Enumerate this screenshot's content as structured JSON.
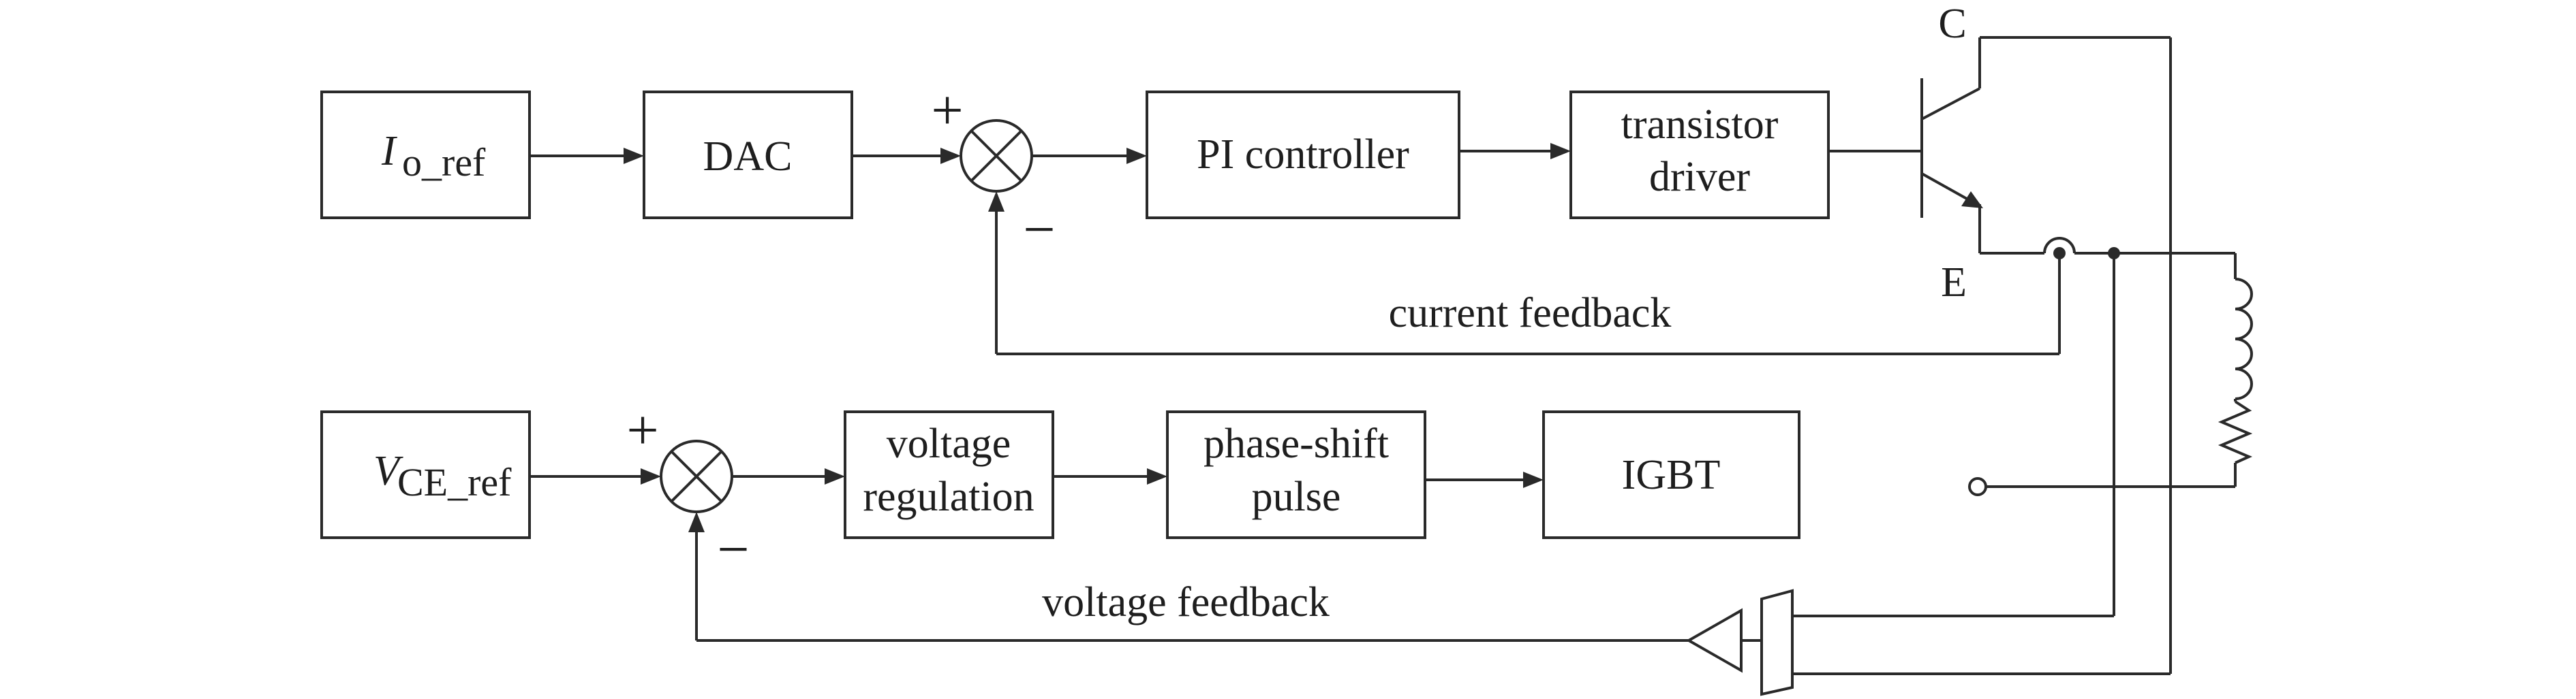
{
  "diagram": {
    "blocks": {
      "io_ref": {
        "main": "I",
        "sub": "o_ref"
      },
      "dac": "DAC",
      "pi": "PI controller",
      "driver": [
        "transistor",
        "driver"
      ],
      "vce_ref": {
        "main": "V",
        "sub": "CE_ref"
      },
      "vreg": [
        "voltage",
        "regulation"
      ],
      "pshift": [
        "phase-shift",
        "pulse"
      ],
      "igbt": "IGBT"
    },
    "terminals": {
      "collector": "C",
      "emitter": "E"
    },
    "signs": {
      "plus": "+",
      "minus": "−"
    },
    "feedback": {
      "current": "current feedback",
      "voltage": "voltage feedback"
    }
  }
}
